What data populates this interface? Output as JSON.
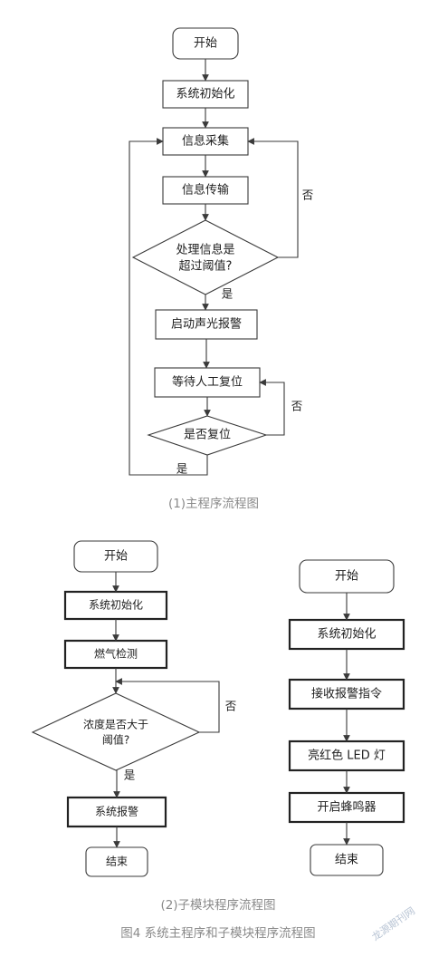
{
  "main_flow": {
    "start": "开始",
    "init": "系统初始化",
    "collect": "信息采集",
    "transmit": "信息传输",
    "decision_line1": "处理信息是",
    "decision_line2": "超过阈值?",
    "alarm": "启动声光报警",
    "wait": "等待人工复位",
    "reset_decision": "是否复位",
    "yes": "是",
    "no": "否",
    "caption": "(1)主程序流程图"
  },
  "sub_gas": {
    "start": "开始",
    "init": "系统初始化",
    "detect": "燃气检测",
    "decision_line1": "浓度是否大于",
    "decision_line2": "阈值?",
    "alarm": "系统报警",
    "end": "结束",
    "yes": "是",
    "no": "否"
  },
  "sub_alarm": {
    "start": "开始",
    "init": "系统初始化",
    "receive": "接收报警指令",
    "led": "亮红色 LED 灯",
    "buzzer": "开启蜂鸣器",
    "end": "结束"
  },
  "captions": {
    "sub": "(2)子模块程序流程图",
    "figure": "图4 系统主程序和子模块程序流程图"
  },
  "watermark": "龙源期刊网",
  "colors": {
    "stroke": "#3a3a3a",
    "text": "#1e1e1e",
    "caption": "#8a8a8a",
    "watermark": "#b8c4d4"
  }
}
